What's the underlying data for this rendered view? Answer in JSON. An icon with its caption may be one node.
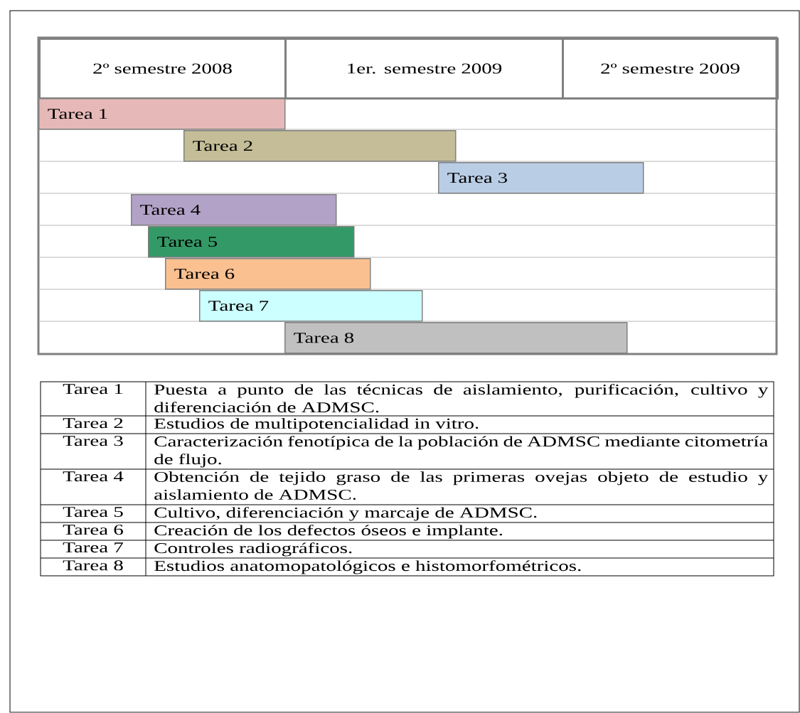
{
  "diagram": {
    "nodes": [
      {
        "text": [
          "2º semestre 2008"
        ]
      },
      {
        "text": [
          "1er. semestre 2009"
        ]
      },
      {
        "text": [
          "2º semestre 2009"
        ]
      },
      {
        "text": [
          "Tarea 1"
        ]
      },
      {
        "text": [
          "Tarea 2"
        ]
      },
      {
        "text": [
          "Tarea 3"
        ]
      },
      {
        "text": [
          "Tarea 4"
        ]
      },
      {
        "text": [
          "Tarea 5"
        ]
      },
      {
        "text": [
          "Tarea 6"
        ]
      },
      {
        "text": [
          "Tarea 7"
        ]
      },
      {
        "text": [
          "Tarea 8"
        ]
      }
    ],
    "labels": [
      "Tarea 1",
      "Puesta a punto de las técnicas de aislamiento, purificación, cultivo y diferenciación de ADMSC.",
      "Tarea 2",
      "Estudios de multipotencialidad in vitro.",
      "Tarea 3",
      "Caracterización fenotípica de la población de ADMSC mediante citometría de flujo.",
      "Tarea 4",
      "Obtención de tejido graso de las primeras ovejas objeto de estudio y aislamiento de ADMSC.",
      "Tarea 5",
      "Cultivo, diferenciación y marcaje de ADMSC.",
      "Tarea 6",
      "Creación de los defectos óseos e implante.",
      "Tarea 7",
      "Controles radiográficos.",
      "Tarea 8",
      "Estudios anatomopatológicos e histomorfométricos."
    ]
  }
}
